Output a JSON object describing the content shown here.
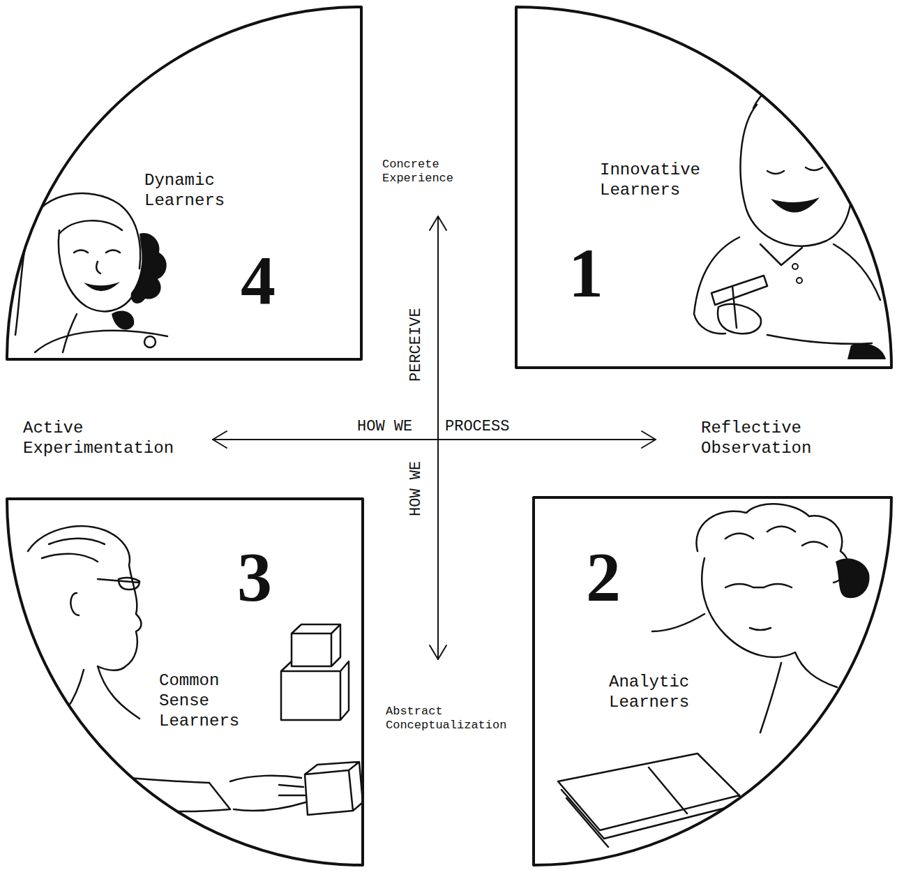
{
  "diagram": {
    "nodes": [
      {
        "text": [
          "Dynamic Learners",
          "4"
        ]
      },
      {
        "text": [
          "Innovative Learners",
          "1"
        ]
      },
      {
        "text": [
          "Common Sense Learners",
          "3"
        ]
      },
      {
        "text": [
          "Analytic Learners",
          "2"
        ]
      }
    ],
    "labels": [
      "Concrete Experience",
      "PERCEIVE",
      "Active Experimentation",
      "HOW WE",
      "PROCESS",
      "Reflective Observation",
      "HOW WE",
      "Abstract Conceptualization"
    ]
  }
}
